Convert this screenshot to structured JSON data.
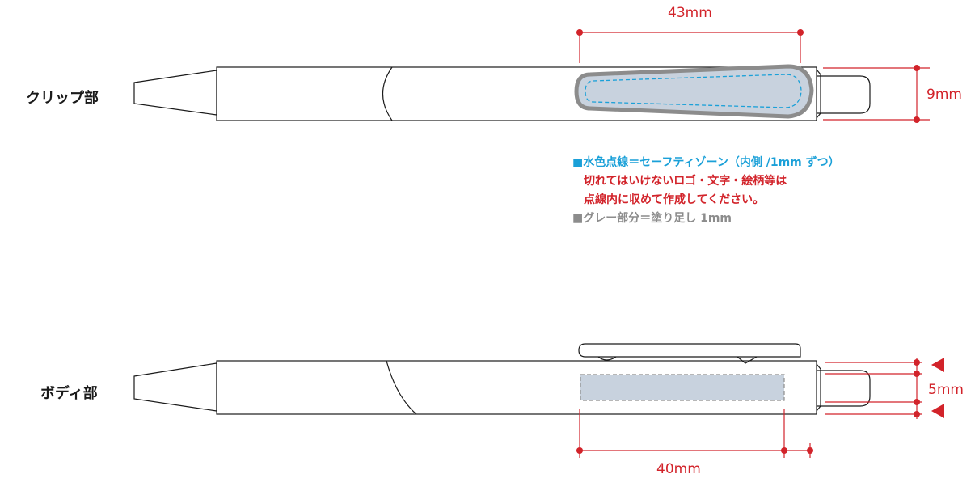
{
  "labels": {
    "clip_part": "クリップ部",
    "body_part": "ボディ部"
  },
  "dimensions": {
    "clip_width": "43mm",
    "clip_height": "9mm",
    "body_width": "40mm",
    "body_height": "5mm"
  },
  "notes": {
    "safe_zone": "■水色点線＝セーフティゾーン（内側 /1mm ずつ）",
    "warning_line1": "切れてはいけないロゴ・文字・絵柄等は",
    "warning_line2": "点線内に収めて作成してください。",
    "bleed": "■グレー部分＝塗り足し 1mm"
  },
  "colors": {
    "outline": "#1a1a1a",
    "dimension": "#d2232a",
    "safe_zone": "#1aa0d8",
    "bleed": "#8c8c8c",
    "print_area": "#c8d2de",
    "warning": "#d2232a"
  }
}
